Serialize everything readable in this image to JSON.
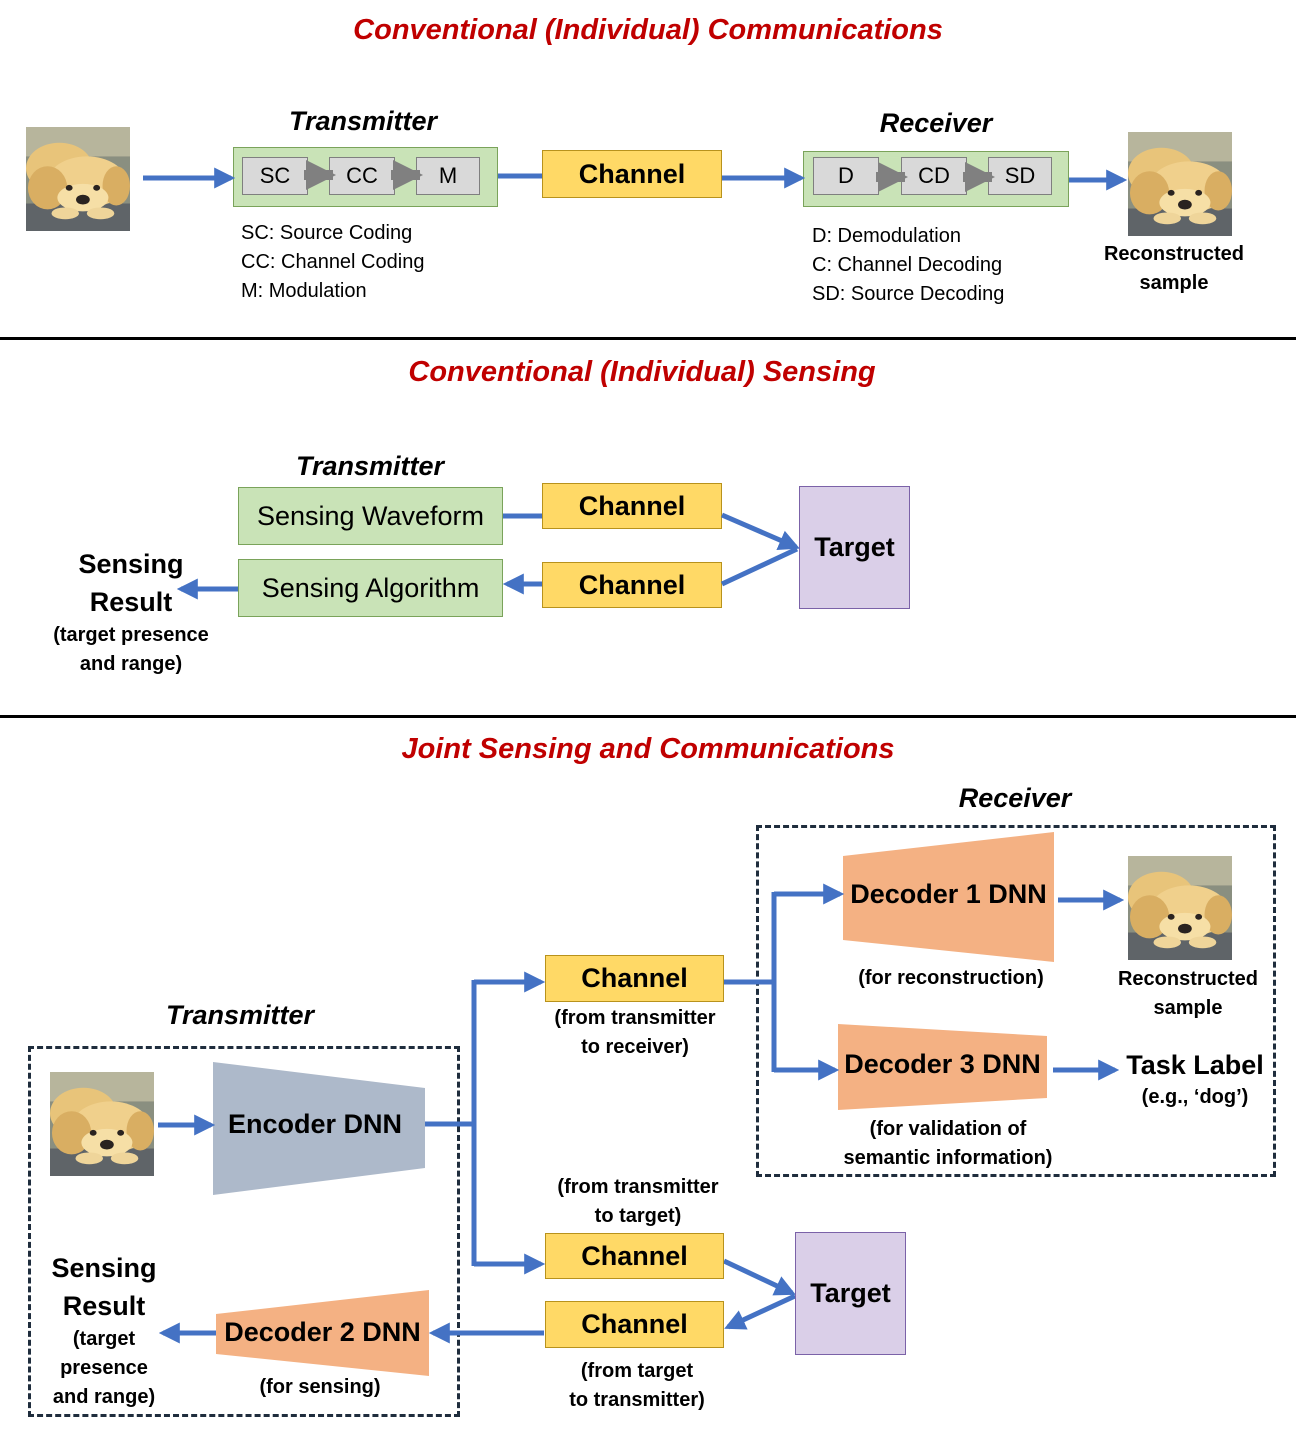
{
  "colors": {
    "arrow": "#4472c4",
    "title_red": "#c00000",
    "green": "#c9e3b7",
    "yellow": "#ffd966",
    "purple": "#dacfe8",
    "orange": "#f4b183",
    "encoder_gray": "#adb9ca"
  },
  "icons": {
    "input_sample": "dog-photo",
    "reconstructed_sample": "dog-photo"
  },
  "comm": {
    "title": "Conventional (Individual) Communications",
    "tx_label": "Transmitter",
    "tx_blocks": [
      "SC",
      "CC",
      "M"
    ],
    "channel": "Channel",
    "rx_label": "Receiver",
    "rx_blocks": [
      "D",
      "CD",
      "SD"
    ],
    "tx_legend": [
      "SC: Source Coding",
      "CC: Channel Coding",
      "M: Modulation"
    ],
    "rx_legend": [
      "D: Demodulation",
      "C: Channel Decoding",
      "SD: Source Decoding"
    ],
    "output_label": [
      "Reconstructed",
      "sample"
    ]
  },
  "sensing": {
    "title": "Conventional (Individual) Sensing",
    "tx_label": "Transmitter",
    "waveform": "Sensing Waveform",
    "algorithm": "Sensing Algorithm",
    "channel_top": "Channel",
    "channel_bottom": "Channel",
    "target": "Target",
    "result": [
      "Sensing",
      "Result"
    ],
    "result_note": [
      "(target presence",
      "and range)"
    ]
  },
  "joint": {
    "title": "Joint Sensing and Communications",
    "rx_label": "Receiver",
    "tx_label": "Transmitter",
    "decoder1": "Decoder 1 DNN",
    "decoder1_note": "(for reconstruction)",
    "decoder3": "Decoder 3 DNN",
    "decoder3_note": [
      "(for validation of",
      "semantic information)"
    ],
    "encoder": "Encoder DNN",
    "decoder2": "Decoder 2 DNN",
    "decoder2_note": "(for sensing)",
    "ch_rx": "Channel",
    "ch_rx_note": [
      "(from transmitter",
      "to receiver)"
    ],
    "ch_tt_note": [
      "(from transmitter",
      "to target)"
    ],
    "ch_tt": "Channel",
    "ch_back": "Channel",
    "ch_back_note": [
      "(from target",
      "to transmitter)"
    ],
    "target": "Target",
    "reconstructed": [
      "Reconstructed",
      "sample"
    ],
    "task_label": "Task Label",
    "task_example": "(e.g., ‘dog’)",
    "result": [
      "Sensing",
      "Result"
    ],
    "result_note": [
      "(target",
      "presence",
      "and range)"
    ]
  }
}
